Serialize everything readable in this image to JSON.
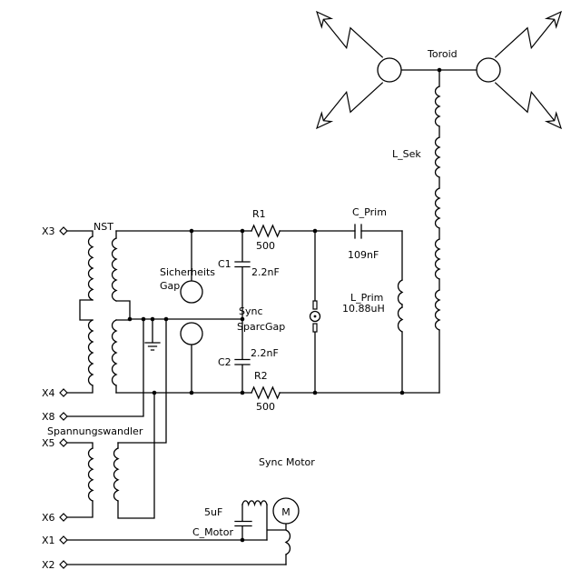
{
  "schematic": {
    "background": "#ffffff",
    "wire_color": "#000000",
    "labels": {
      "toroid": "Toroid",
      "l_sek": "L_Sek",
      "nst": "NST",
      "safety_gap_line1": "Sicherheits",
      "safety_gap_line2": "Gap",
      "sync_gap_line1": "Sync",
      "sync_gap_line2": "SparcGap",
      "spannungswandler": "Spannungswandler",
      "sync_motor": "Sync Motor",
      "motor_letter": "M"
    },
    "components": {
      "r1": {
        "name": "R1",
        "value": "500"
      },
      "r2": {
        "name": "R2",
        "value": "500"
      },
      "c1": {
        "name": "C1",
        "value": "2.2nF"
      },
      "c2": {
        "name": "C2",
        "value": "2.2nF"
      },
      "c_prim": {
        "name": "C_Prim",
        "value": "109nF"
      },
      "l_prim": {
        "name": "L_Prim",
        "value": "10.88uH"
      },
      "c_motor": {
        "name": "C_Motor",
        "value": "5uF"
      }
    },
    "terminals": {
      "x1": "X1",
      "x2": "X2",
      "x3": "X3",
      "x4": "X4",
      "x5": "X5",
      "x6": "X6",
      "x8": "X8"
    }
  }
}
